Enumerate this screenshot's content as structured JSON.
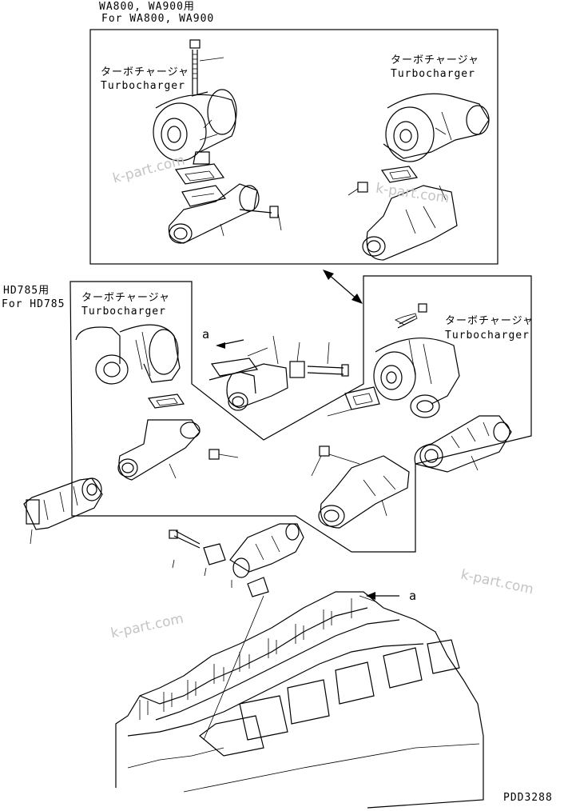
{
  "sections": {
    "wa": {
      "model_jp": "WA800, WA900用",
      "model_en": "For WA800, WA900"
    },
    "hd": {
      "model_jp": "HD785用",
      "model_en": "For HD785"
    }
  },
  "turbo_labels": [
    {
      "jp": "ターボチャージャ",
      "en": "Turbocharger"
    },
    {
      "jp": "ターボチャージャ",
      "en": "Turbocharger"
    },
    {
      "jp": "ターボチャージャ",
      "en": "Turbocharger"
    },
    {
      "jp": "ターボチャージャ",
      "en": "Turbocharger"
    }
  ],
  "ref_marks": [
    "a",
    "a"
  ],
  "watermarks": [
    "k-part.com",
    "k-part.com",
    "k-part.com",
    "k-part.com"
  ],
  "drawing_code": "PDD3288"
}
